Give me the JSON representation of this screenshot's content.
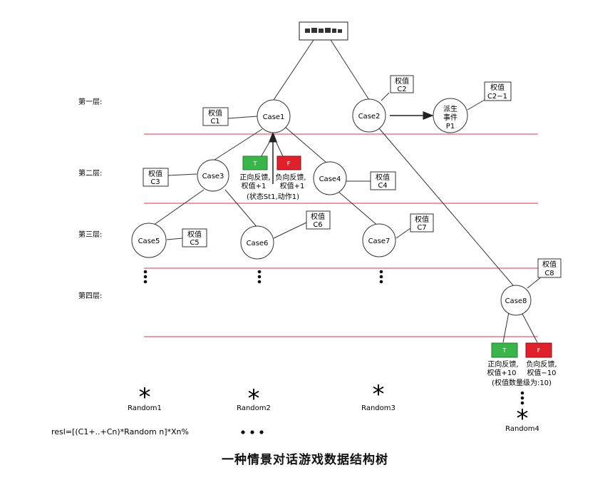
{
  "root": {
    "label": ""
  },
  "layers": [
    "第一层:",
    "第二层:",
    "第三层:",
    "第四层:"
  ],
  "nodes": {
    "case1": "Case1",
    "case2": "Case2",
    "case3": "Case3",
    "case4": "Case4",
    "case5": "Case5",
    "case6": "Case6",
    "case7": "Case7",
    "case8": "Case8",
    "p1": [
      "派生",
      "事件",
      "P1"
    ]
  },
  "weights": {
    "c1": [
      "权值",
      "C1"
    ],
    "c2": [
      "权值",
      "C2"
    ],
    "c21": [
      "权值",
      "C2−1"
    ],
    "c3": [
      "权值",
      "C3"
    ],
    "c4": [
      "权值",
      "C4"
    ],
    "c5": [
      "权值",
      "C5"
    ],
    "c6": [
      "权值",
      "C6"
    ],
    "c7": [
      "权值",
      "C7"
    ],
    "c8": [
      "权值",
      "C8"
    ]
  },
  "feedback_case1": {
    "t_label": "T",
    "f_label": "F",
    "t_text": [
      "正向反馈,",
      "权值+1"
    ],
    "f_text": [
      "负向反馈,",
      "权值+1"
    ],
    "state_note": "(状态St1,动作1)"
  },
  "feedback_case8": {
    "t_label": "T",
    "f_label": "F",
    "t_text": [
      "正向反馈,",
      "权值+10"
    ],
    "f_text": [
      "负向反馈,",
      "权值−10"
    ],
    "note": "(权值数量级为:10)"
  },
  "randoms": [
    "Random1",
    "Random2",
    "Random3",
    "Random4"
  ],
  "formula": "resl=[(C1+..+Cn)*Random n]*Xn%",
  "caption": "一种情景对话游戏数据结构树",
  "colors": {
    "separator": "#e0344a",
    "true_box": "#39b54a",
    "false_box": "#e0202a"
  }
}
